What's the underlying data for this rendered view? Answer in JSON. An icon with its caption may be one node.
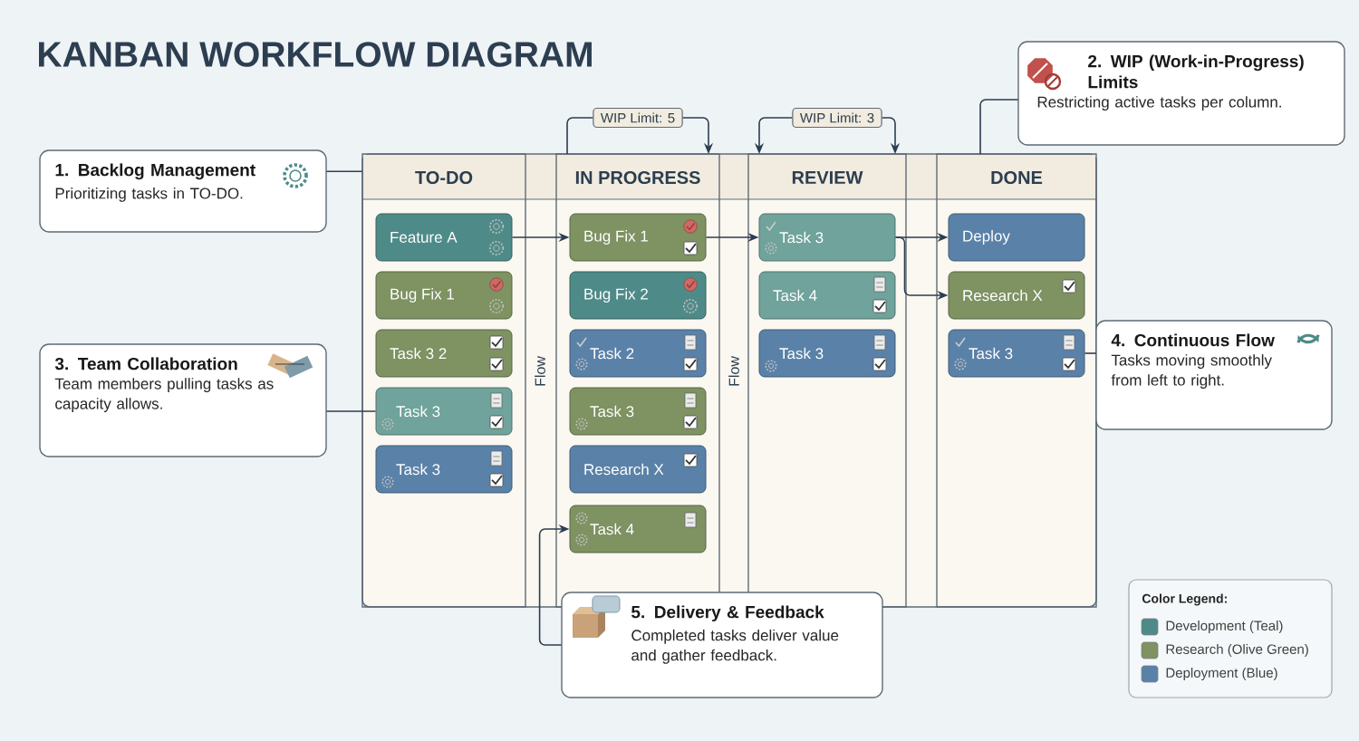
{
  "diagram": {
    "title": "KANBAN WORKFLOW DIAGRAM",
    "nodes": [
      {
        "text": [
          "1. Backlog Management",
          "Prioritizing tasks in TO-DO."
        ]
      },
      {
        "text": [
          "2. WIP (Work-in-Progress) Limits",
          "Restricting active tasks per column."
        ]
      },
      {
        "text": [
          "WIP Limit: 5"
        ]
      },
      {
        "text": [
          "WIP Limit: 3"
        ]
      },
      {
        "text": [
          "TO-DO"
        ]
      },
      {
        "text": [
          "IN PROGRESS"
        ]
      },
      {
        "text": [
          "REVIEW"
        ]
      },
      {
        "text": [
          "DONE"
        ]
      },
      {
        "text": [
          "Feature A"
        ],
        "in": 4
      },
      {
        "text": [
          "Bug Fix 1"
        ],
        "in": 4
      },
      {
        "text": [
          "Task 3 2"
        ],
        "in": 4
      },
      {
        "text": [
          "Task 3"
        ],
        "in": 4
      },
      {
        "text": [
          "Task 3"
        ],
        "in": 4
      },
      {
        "text": [
          "Bug Fix 1"
        ],
        "in": 5
      },
      {
        "text": [
          "Bug Fix 2"
        ],
        "in": 5
      },
      {
        "text": [
          "Task 2"
        ],
        "in": 5
      },
      {
        "text": [
          "Task 3"
        ],
        "in": 5
      },
      {
        "text": [
          "Research X"
        ],
        "in": 5
      },
      {
        "text": [
          "Task 4"
        ],
        "in": 5
      },
      {
        "text": [
          "Task 3"
        ],
        "in": 6
      },
      {
        "text": [
          "Task 4"
        ],
        "in": 6
      },
      {
        "text": [
          "Task 3"
        ],
        "in": 6
      },
      {
        "text": [
          "Deploy"
        ],
        "in": 7
      },
      {
        "text": [
          "Research X"
        ],
        "in": 7
      },
      {
        "text": [
          "Task 3"
        ],
        "in": 7
      },
      {
        "text": [
          "3. Team Collaboration",
          "Team members pulling tasks as capacity allows."
        ]
      },
      {
        "text": [
          "4. Continuous Flow",
          "Tasks moving smoothly from left to right."
        ]
      },
      {
        "text": [
          "5. Delivery & Feedback",
          "Completed tasks deliver value and gather feedback."
        ]
      }
    ],
    "edges": [
      {
        "from": 0,
        "to": 4,
        "arrow": "none"
      },
      {
        "from": 1,
        "to": 7,
        "arrow": "none"
      },
      {
        "from": 2,
        "to": 5,
        "arrow": "none"
      },
      {
        "from": 2,
        "to": 5,
        "arrow": "to"
      },
      {
        "from": 3,
        "to": 6,
        "arrow": "to"
      },
      {
        "from": 3,
        "to": 6,
        "arrow": "to"
      },
      {
        "from": 8,
        "to": 13,
        "arrow": "to"
      },
      {
        "from": 13,
        "to": 19,
        "arrow": "to"
      },
      {
        "from": 19,
        "to": 22,
        "arrow": "to"
      },
      {
        "from": 19,
        "to": 23,
        "arrow": "to"
      },
      {
        "from": 25,
        "to": 11,
        "arrow": "none"
      },
      {
        "from": 26,
        "to": 24,
        "arrow": "none"
      },
      {
        "from": 27,
        "to": 18,
        "arrow": "to"
      }
    ],
    "labels": [
      "Flow",
      "Flow",
      "Color Legend:"
    ],
    "legend": [
      {
        "text": "Development (Teal)",
        "color": "#4e8b88"
      },
      {
        "text": "Research (Olive Green)",
        "color": "#7e9262"
      },
      {
        "text": "Deployment (Blue)",
        "color": "#5a82a8"
      }
    ]
  }
}
